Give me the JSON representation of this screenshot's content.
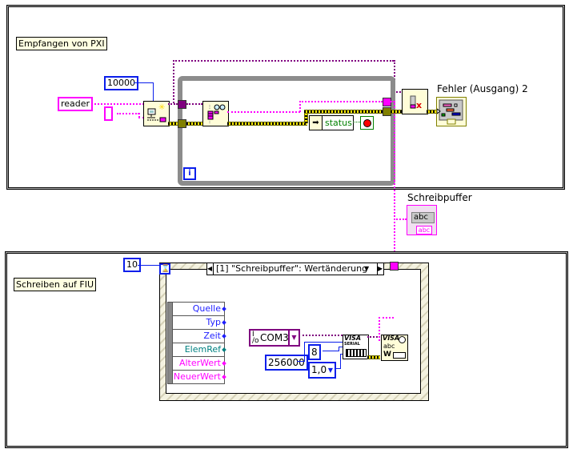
{
  "top_panel": {
    "label": "Empfangen von PXI",
    "constants": {
      "timeout": "10000",
      "name": "reader",
      "empty_string": ""
    },
    "indicator_status_label": "status",
    "error_out_label": "Fehler (Ausgang) 2",
    "loop_iteration_label": "i"
  },
  "middle": {
    "buffer_indicator_label": "Schreibpuffer",
    "buffer_indicator_text": "abc",
    "buffer_indicator_type": "abc"
  },
  "bottom_panel": {
    "label": "Schreiben auf FIU",
    "timeout_constant": "10",
    "event_selector": "[1] \"Schreibpuffer\": Wertänderung",
    "event_data": [
      {
        "label": "Quelle",
        "color": "#1e1eff"
      },
      {
        "label": "Typ",
        "color": "#1e1eff"
      },
      {
        "label": "Zeit",
        "color": "#1e1eff"
      },
      {
        "label": "ElemRef",
        "color": "#008080"
      },
      {
        "label": "AlterWert",
        "color": "#ff00ff"
      },
      {
        "label": "NeuerWert",
        "color": "#ff00ff"
      }
    ],
    "visa_resource": "COM3",
    "baud_rate": "256000",
    "data_bits": "8",
    "stop_bits": "1,0",
    "visa_serial_label": "VISA",
    "visa_serial_sub": "SERIAL",
    "visa_write_label": "VISA",
    "visa_write_sub": "abc"
  },
  "colors": {
    "string_wire": "#ff00ff",
    "refnum_wire": "#800080",
    "numeric_wire": "#0a1eeb",
    "error_wire": "#ffea00",
    "loop_border": "#8c8c8c"
  }
}
